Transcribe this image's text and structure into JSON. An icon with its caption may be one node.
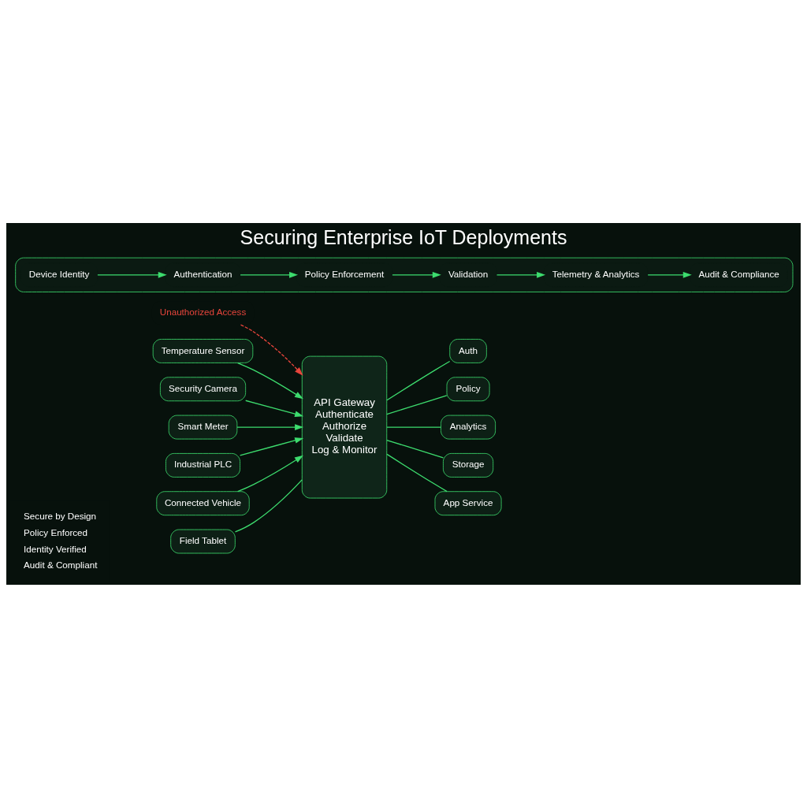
{
  "diagram": {
    "title": "Securing Enterprise IoT Deployments",
    "nodes": [
      {
        "text": [
          "Temperature Sensor"
        ]
      },
      {
        "text": [
          "Security Camera"
        ]
      },
      {
        "text": [
          "Smart Meter"
        ]
      },
      {
        "text": [
          "Industrial PLC"
        ]
      },
      {
        "text": [
          "Connected Vehicle"
        ]
      },
      {
        "text": [
          "Field Tablet"
        ]
      },
      {
        "text": [
          "Unauthorized Access"
        ]
      },
      {
        "text": [
          "API Gateway",
          "Authenticate",
          "Authorize",
          "Validate",
          "Log & Monitor"
        ]
      },
      {
        "text": [
          "Auth"
        ]
      },
      {
        "text": [
          "Policy"
        ]
      },
      {
        "text": [
          "Analytics"
        ]
      },
      {
        "text": [
          "Storage"
        ]
      },
      {
        "text": [
          "App Service"
        ]
      },
      {
        "text": [],
        "shape": "box"
      },
      {
        "text": [
          "Device Identity"
        ],
        "in": 13
      },
      {
        "text": [
          "Authentication"
        ],
        "in": 13
      },
      {
        "text": [
          "Policy Enforcement"
        ],
        "in": 13
      },
      {
        "text": [
          "Validation"
        ],
        "in": 13
      },
      {
        "text": [
          "Telemetry & Analytics"
        ],
        "in": 13
      },
      {
        "text": [
          "Audit & Compliance"
        ],
        "in": 13
      }
    ],
    "edges": [
      {
        "from": 0,
        "to": 7,
        "arrow": "to"
      },
      {
        "from": 1,
        "to": 7,
        "arrow": "to"
      },
      {
        "from": 2,
        "to": 7,
        "arrow": "to"
      },
      {
        "from": 3,
        "to": 7,
        "arrow": "to"
      },
      {
        "from": 4,
        "to": 7,
        "arrow": "to"
      },
      {
        "from": 5,
        "to": 7,
        "arrow": "none"
      },
      {
        "from": 6,
        "to": 7,
        "arrow": "to",
        "style": "dashed",
        "color": "#e8453c"
      },
      {
        "from": 7,
        "to": 8,
        "arrow": "none"
      },
      {
        "from": 7,
        "to": 9,
        "arrow": "none"
      },
      {
        "from": 7,
        "to": 10,
        "arrow": "none"
      },
      {
        "from": 7,
        "to": 11,
        "arrow": "none"
      },
      {
        "from": 7,
        "to": 12,
        "arrow": "none"
      },
      {
        "from": 14,
        "to": 15,
        "arrow": "to"
      },
      {
        "from": 15,
        "to": 16,
        "arrow": "to"
      },
      {
        "from": 16,
        "to": 17,
        "arrow": "to"
      },
      {
        "from": 17,
        "to": 18,
        "arrow": "to"
      },
      {
        "from": 18,
        "to": 19,
        "arrow": "to"
      }
    ],
    "labels": [
      "Secure by Design",
      "Policy Enforced",
      "Identity Verified",
      "Audit & Compliant"
    ]
  }
}
